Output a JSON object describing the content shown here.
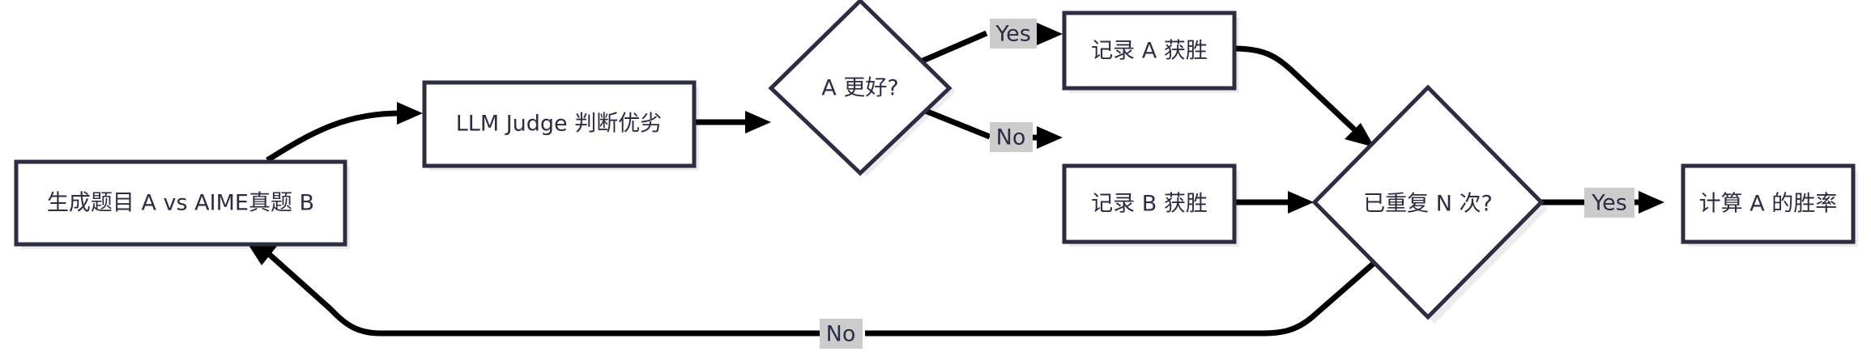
{
  "diagram": {
    "type": "flowchart",
    "orientation": "left-to-right",
    "background_color": "#ffffff",
    "node_border_color": "#2c2c42",
    "node_fill_color": "#ffffff",
    "node_shadow_color": "#ececec",
    "edge_color": "#000000",
    "edge_label_background_color": "#cccccc",
    "text_color": "#2c2c42",
    "nodes": [
      {
        "id": "n1",
        "shape": "rect",
        "label": "生成题目 A vs AIME真题 B"
      },
      {
        "id": "n2",
        "shape": "rect",
        "label": "LLM Judge 判断优劣"
      },
      {
        "id": "n3",
        "shape": "diamond",
        "label": "A 更好?"
      },
      {
        "id": "n4",
        "shape": "rect",
        "label": "记录 A 获胜"
      },
      {
        "id": "n5",
        "shape": "rect",
        "label": "记录 B 获胜"
      },
      {
        "id": "n6",
        "shape": "diamond",
        "label": "已重复 N 次?"
      },
      {
        "id": "n7",
        "shape": "rect",
        "label": "计算 A 的胜率"
      }
    ],
    "edges": [
      {
        "id": "e1",
        "from": "n1",
        "to": "n2",
        "label": ""
      },
      {
        "id": "e2",
        "from": "n2",
        "to": "n3",
        "label": ""
      },
      {
        "id": "e3",
        "from": "n3",
        "to": "n4",
        "label": "Yes"
      },
      {
        "id": "e4",
        "from": "n3",
        "to": "n5",
        "label": "No"
      },
      {
        "id": "e5",
        "from": "n4",
        "to": "n6",
        "label": ""
      },
      {
        "id": "e6",
        "from": "n5",
        "to": "n6",
        "label": ""
      },
      {
        "id": "e7",
        "from": "n6",
        "to": "n7",
        "label": "Yes"
      },
      {
        "id": "e8",
        "from": "n6",
        "to": "n1",
        "label": "No"
      }
    ]
  }
}
